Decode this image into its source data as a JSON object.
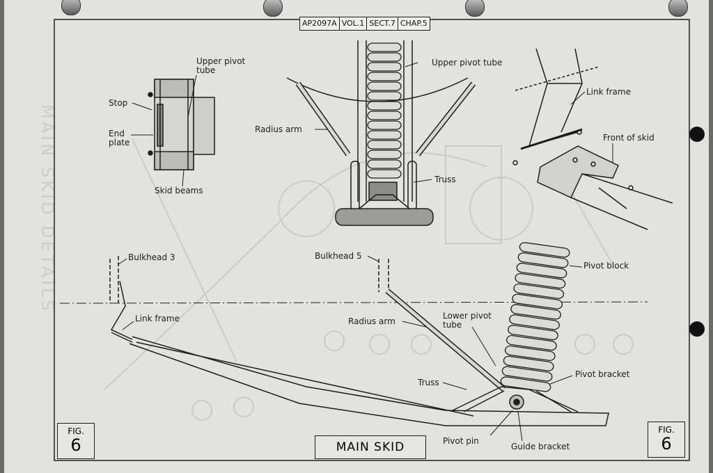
{
  "header": {
    "cells": [
      "AP2097A",
      "VOL.1",
      "SECT.7",
      "CHAP.5"
    ]
  },
  "figure": {
    "prefix": "FIG.",
    "number": "6"
  },
  "title": "MAIN   SKID",
  "labels": {
    "upper_pivot_tube_left": "Upper pivot\ntube",
    "stop": "Stop",
    "end_plate": "End\nplate",
    "skid_beams": "Skid beams",
    "radius_arm_top": "Radius arm",
    "upper_pivot_tube_center": "Upper pivot tube",
    "truss_top": "Truss",
    "link_frame_top": "Link frame",
    "front_of_skid": "Front of skid",
    "bulkhead_3": "Bulkhead  3",
    "bulkhead_5": "Bulkhead 5",
    "link_frame_bottom": "Link frame",
    "radius_arm_bottom": "Radius arm",
    "lower_pivot_tube": "Lower pivot\ntube",
    "pivot_block": "Pivot block",
    "pivot_bracket": "Pivot bracket",
    "truss_bottom": "Truss",
    "pivot_pin": "Pivot pin",
    "guide_bracket": "Guide bracket"
  },
  "side_text": "MAIN SKID DETAILS",
  "colors": {
    "ink": "#1c1c1c",
    "paper": "#e3e3de",
    "ghost": "#c9c9c4"
  }
}
